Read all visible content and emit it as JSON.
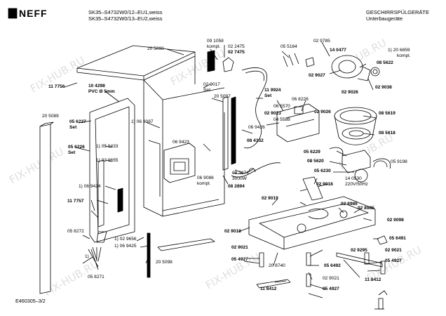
{
  "header": {
    "brand": "NEFF",
    "model_line_1": "SK35–S4732W0/12–EU1,weiss",
    "model_line_2": "SK35–S4732W0/13–EU2,weiss",
    "title": "GESCHIRRSPÜLGERÄTE",
    "subtitle": "Unterbaugeräte"
  },
  "footer": {
    "diagram_code": "E460305–3/2"
  },
  "watermark": "FIX-HUB.RU",
  "part_labels": {
    "p205090": "20 5090",
    "p091058": "09 1058",
    "p091058_note": "kompl.",
    "p022475": "02 2475",
    "p027475": "02 7475",
    "p055164": "05 5164",
    "p029785": "02 9785",
    "p140477": "14 0477",
    "p206859": "1) 20 6859",
    "p206859_note": "kompl.",
    "p085622": "08 5622",
    "p029027": "02 9027",
    "p029026_a": "02 9026",
    "p029038": "02 9038",
    "p117756": "11 7756",
    "p104298": "10 4298",
    "p104298_note": "PVC Ø 5mm",
    "p029017": "02 9017",
    "p029017_note": "Set",
    "p119924": "11 9924",
    "p119924_note": "Set",
    "p205097": "20 5097",
    "p068226": "06 8226",
    "p065570": "06 5570",
    "p029023": "02 9023",
    "p029026_b": "02 9026",
    "p045588": "04 5588",
    "p085619": "08 5619",
    "p085618": "08 5618",
    "p205089": "20 5089",
    "p056227": "05 6227",
    "p056227_note": "Set",
    "p069087": "1) 06 9087",
    "p069426": "06 9426",
    "p084332": "08 4332",
    "p069423": "06 9423",
    "p056226": "05 6226",
    "p056226_note": "Set",
    "p058433": "1) 05 8433",
    "p029655": "1) 02 9655",
    "p056229": "05 6229",
    "p085620": "08 5620",
    "p056230": "05 6230",
    "p059198": "05 9198",
    "p069086": "06 9086",
    "p069086_note": "kompl.",
    "p093874": "09 3874",
    "p093874_note": "3000W",
    "p082894": "08 2894",
    "p069424": "1) 06 9424",
    "p140530": "14 0530",
    "p140530_note": "220V/50Hz",
    "p029018_a": "02 9018",
    "p117757": "11 7757",
    "p029019": "02 9019",
    "p028986": "02 8986",
    "p028985": "02 8985",
    "p029098": "02 9098",
    "p058272": "05 8272",
    "p029656": "1) 02 9656",
    "p069425": "1) 06 9425",
    "p029018_b": "02 9018",
    "p056491": "05 6491",
    "p029021_a": "02 9021",
    "p029295": "02 9295",
    "p029021_b": "02 9021",
    "p054927_a": "05 4927",
    "p054927_b": "05 4927",
    "p205098": "20 5098",
    "p208740": "20 8740",
    "p056492": "05 6492",
    "p058271": "05 8271",
    "p029021_c": "02 9021",
    "p054927_c": "05 4927",
    "p118412_a": "11 8412",
    "p118412_b": "11 8412",
    "footnote_mark": "1)"
  },
  "colors": {
    "line": "#000000",
    "watermark": "#b4b4b4",
    "background": "#ffffff"
  }
}
